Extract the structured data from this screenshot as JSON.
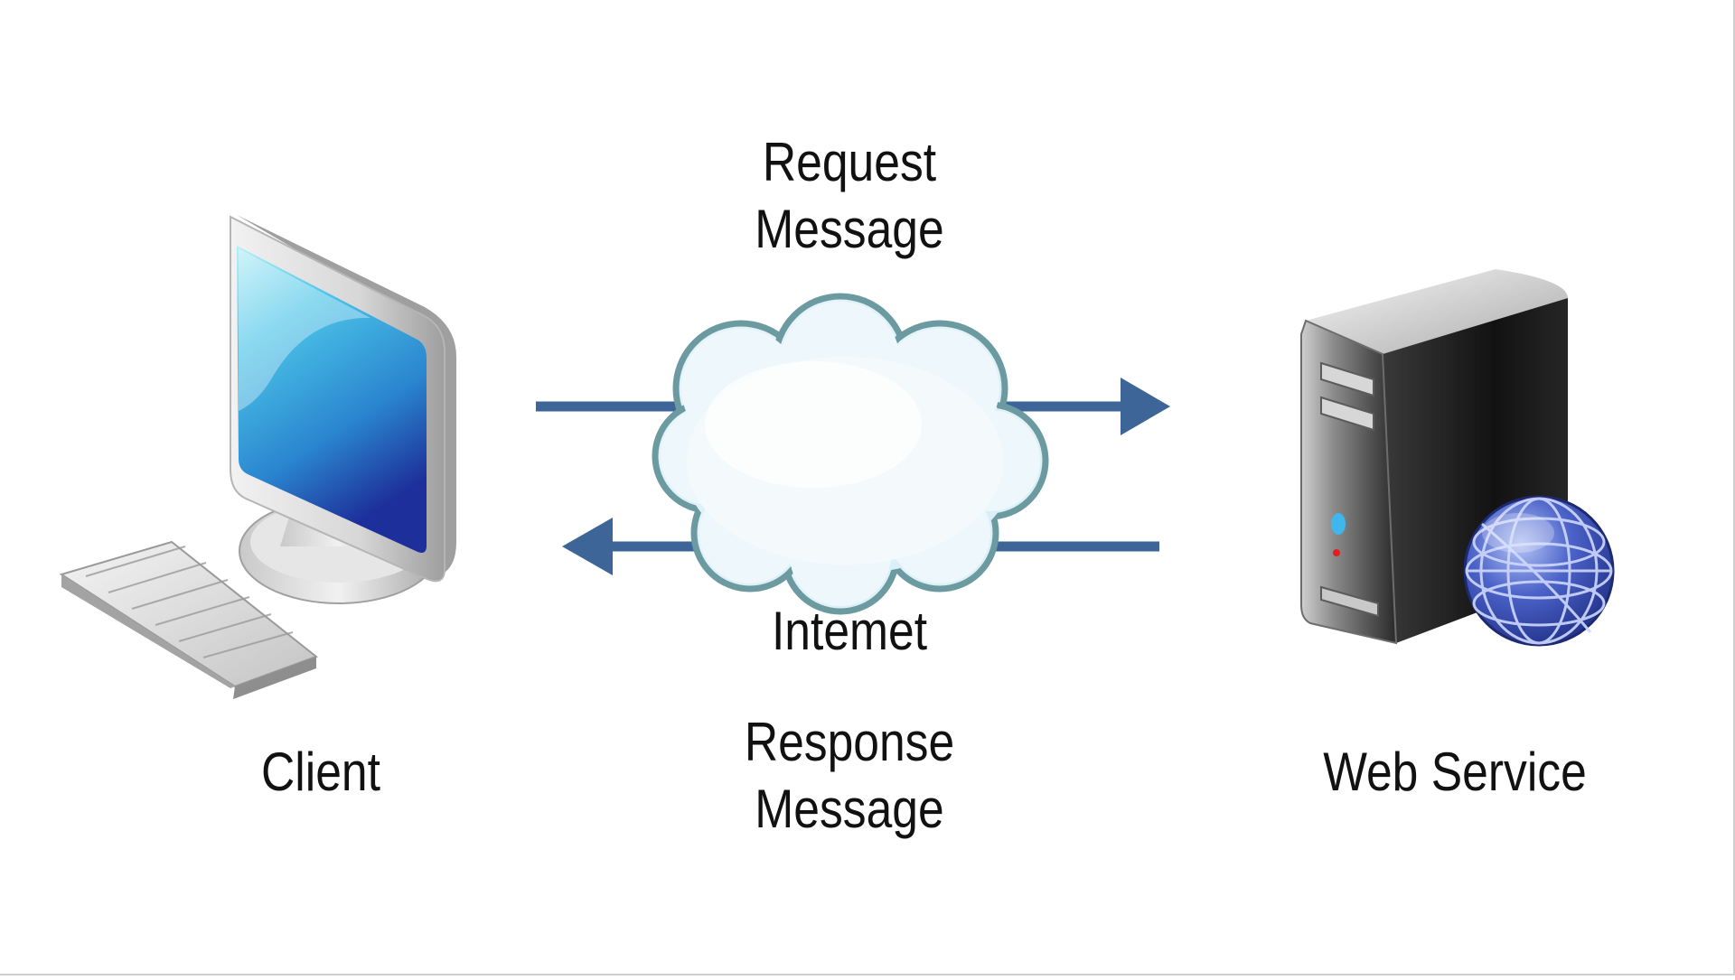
{
  "diagram": {
    "request_label": [
      "Request",
      "Message"
    ],
    "response_label": [
      "Response",
      "Message"
    ],
    "network_label": "Intemet",
    "client_label": "Client",
    "server_label": "Web Service"
  },
  "colors": {
    "arrow": "#3d6598",
    "cloud_fill": "#eef7fb",
    "cloud_stroke": "#6b9aa0",
    "screen": "#2a8fd0",
    "globe": "#3e4fa8"
  },
  "icons": {
    "client": "desktop-computer-icon",
    "keyboard": "keyboard-icon",
    "network": "cloud-icon",
    "server": "server-tower-icon",
    "globe": "globe-icon"
  }
}
